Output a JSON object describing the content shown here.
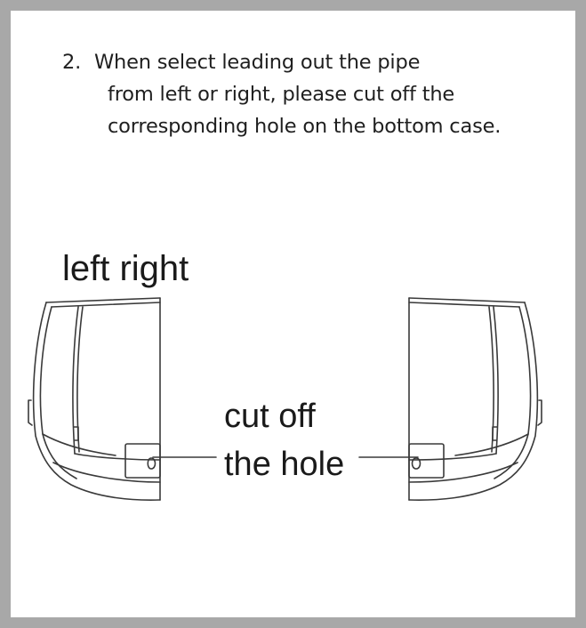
{
  "instruction": {
    "step_number": "2.",
    "line1": "When select leading out the pipe",
    "line2": "from left or right, please cut off the",
    "line3": "corresponding hole on the bottom case."
  },
  "labels": {
    "left_right": "left right",
    "cut_off": "cut off",
    "the_hole": "the hole"
  },
  "colors": {
    "frame": "#a8a8a8",
    "line_art": "#3a3a3a",
    "text": "#1f1f1f"
  }
}
